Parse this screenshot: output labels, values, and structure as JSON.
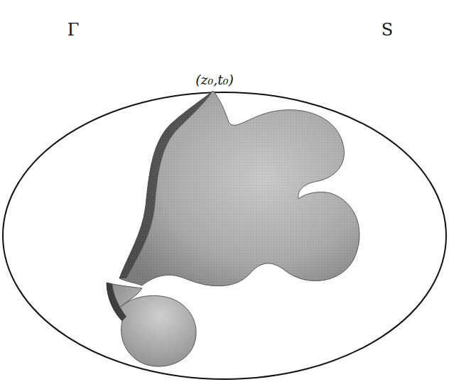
{
  "diagram": {
    "labels": [
      "Γ",
      "S",
      "(z₀,t₀)"
    ]
  }
}
